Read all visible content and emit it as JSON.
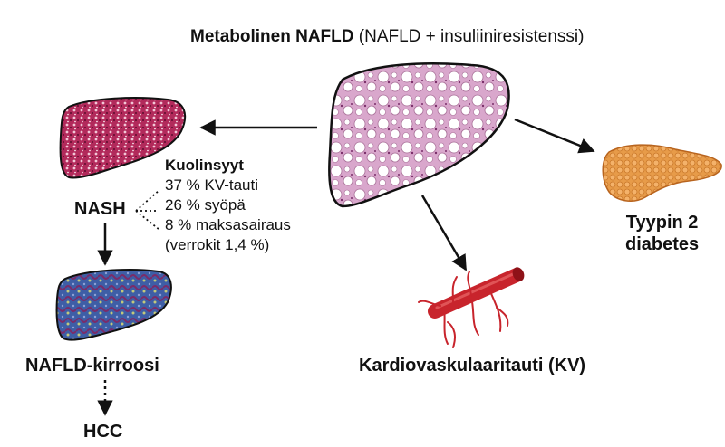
{
  "title": {
    "bold": "Metabolinen NAFLD",
    "rest": " (NAFLD + insuliiniresistenssi)"
  },
  "nodes": {
    "nash": "NASH",
    "cirrhosis": "NAFLD-kirroosi",
    "hcc": "HCC",
    "cardio": "Kardiovaskulaaritauti (KV)",
    "diabetes_line1": "Tyypin 2",
    "diabetes_line2": "diabetes"
  },
  "causes": {
    "heading": "Kuolinsyyt",
    "items": [
      "37 % KV-tauti",
      "26 % syöpä",
      "8 % maksasairaus",
      "(verrokit 1,4 %)"
    ]
  },
  "colors": {
    "arrow": "#111111",
    "fatty_liver": "#d8a9cc",
    "nash_liver": "#b02a5a",
    "cirrhosis_liver": "#3d5ea8",
    "artery": "#c8242c",
    "pancreas": "#e89a4a"
  },
  "icons": [
    "fatty-liver-icon",
    "nash-liver-icon",
    "cirrhotic-liver-icon",
    "artery-icon",
    "pancreas-icon"
  ]
}
